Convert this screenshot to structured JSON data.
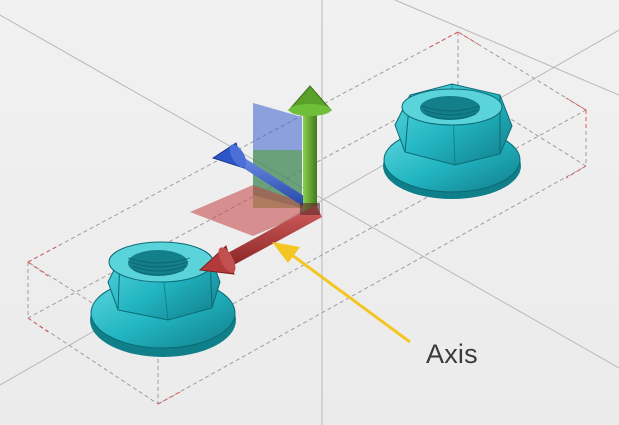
{
  "annotation": {
    "label": "Axis",
    "arrow_color": "#f3c623"
  },
  "colors": {
    "background": "#ececec",
    "nut": "#22b6c2",
    "axis_x": "#b33a3a",
    "axis_y": "#5aa12a",
    "axis_z": "#2c55c8",
    "bounding_box": "#999999",
    "bounding_box_edges": "#e05a5a"
  },
  "icons": [
    "axis-gizmo",
    "hex-flange-nut",
    "hex-flange-nut"
  ]
}
